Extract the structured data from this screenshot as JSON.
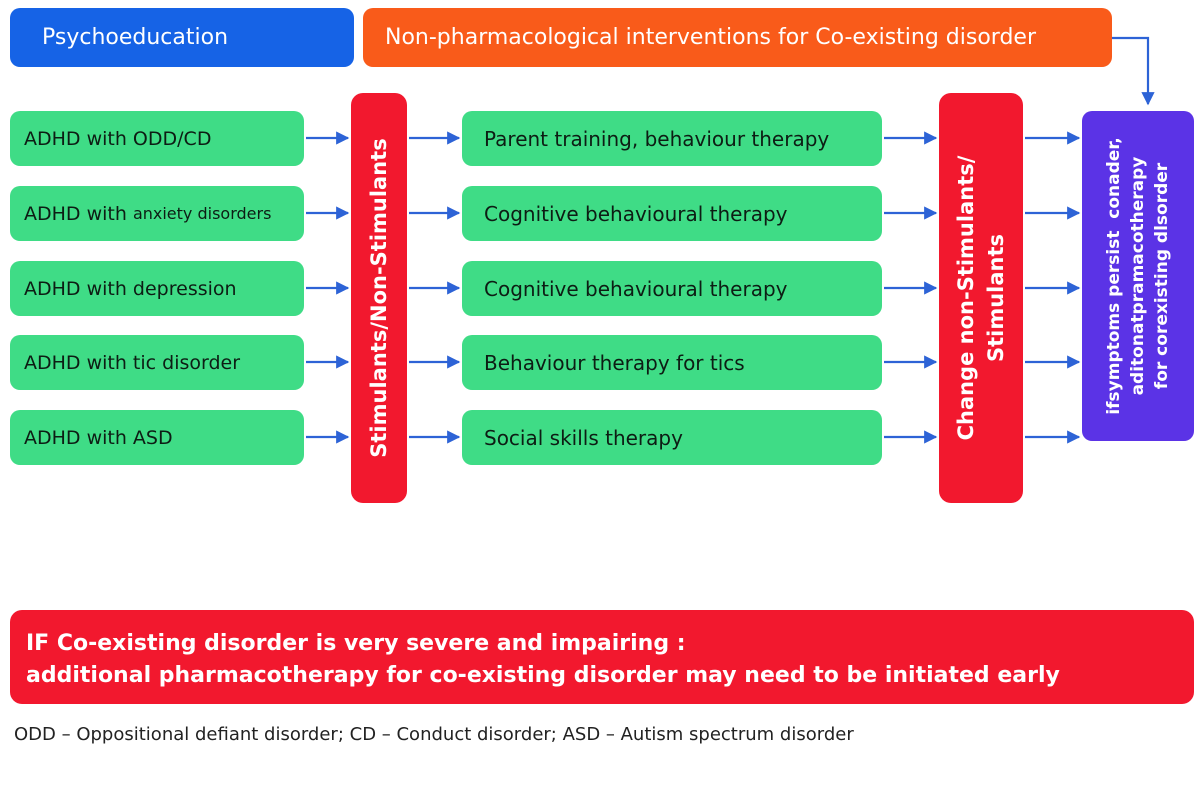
{
  "header": {
    "psychoeducation": "Psychoeducation",
    "non_pharmacological": "Non-pharmacological interventions for Co-existing disorder"
  },
  "conditions": [
    {
      "label": "ADHD with ODD/CD"
    },
    {
      "label_main": "ADHD with ",
      "label_small": "anxiety disorders"
    },
    {
      "label": "ADHD with depression"
    },
    {
      "label": "ADHD with tic disorder"
    },
    {
      "label": "ADHD with ASD"
    }
  ],
  "medication": {
    "stimulants_label": "Stimulants/Non-Stimulants",
    "change_line1": "Change non-Stimulants/",
    "change_line2": "Stimulants"
  },
  "therapies": [
    {
      "label": "Parent training, behaviour therapy"
    },
    {
      "label": "Cognitive behavioural therapy"
    },
    {
      "label": "Cognitive behavioural therapy"
    },
    {
      "label": "Behaviour therapy for tics"
    },
    {
      "label": "Social skills therapy"
    }
  ],
  "persist": {
    "line1": "ifsymptoms persist  conader,",
    "line2": "aditonatpramacotherapy",
    "line3": "for corexisting dlsorder"
  },
  "severe": {
    "line1": "IF Co-existing disorder is very severe and impairing :",
    "line2": "additional pharmacotherapy for co-existing disorder may need to be initiated early"
  },
  "footnote": "ODD – Oppositional defiant disorder; CD – Conduct disorder; ASD – Autism spectrum disorder",
  "colors": {
    "blue": "#1663e6",
    "orange": "#f95b1a",
    "green": "#3fdc86",
    "red": "#f2182e",
    "purple": "#5b33e6",
    "arrow": "#2d63d6"
  }
}
